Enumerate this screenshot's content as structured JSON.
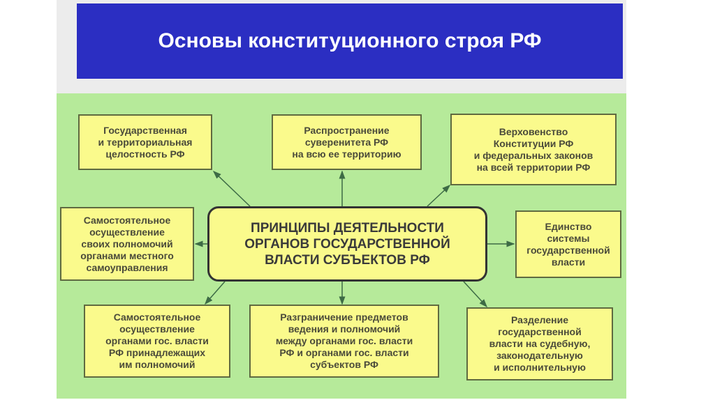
{
  "title": "Основы конституционного строя РФ",
  "center": "ПРИНЦИПЫ ДЕЯТЕЛЬНОСТИ\nОРГАНОВ ГОСУДАРСТВЕННОЙ\nВЛАСТИ СУБЪЕКТОВ РФ",
  "principles": [
    "Государственная\nи территориальная\nцелостность РФ",
    "Распространение\nсуверенитета РФ\nна всю ее территорию",
    "Верховенство\nКонституции РФ\nи федеральных законов\nна всей территории РФ",
    "Самостоятельное\nосуществление\nсвоих полномочий\nорганами местного\nсамоуправления",
    "Единство\nсистемы\nгосударственной\nвласти",
    "Самостоятельное\nосуществление\nорганами гос. власти\nРФ принадлежащих\nим полномочий",
    "Разграничение предметов\nведения и полномочий\nмежду органами гос. власти\nРФ и органами гос. власти\nсубъектов РФ",
    "Разделение\nгосударственной\nвласти на судебную,\nзаконодательную\nи исполнительную"
  ]
}
